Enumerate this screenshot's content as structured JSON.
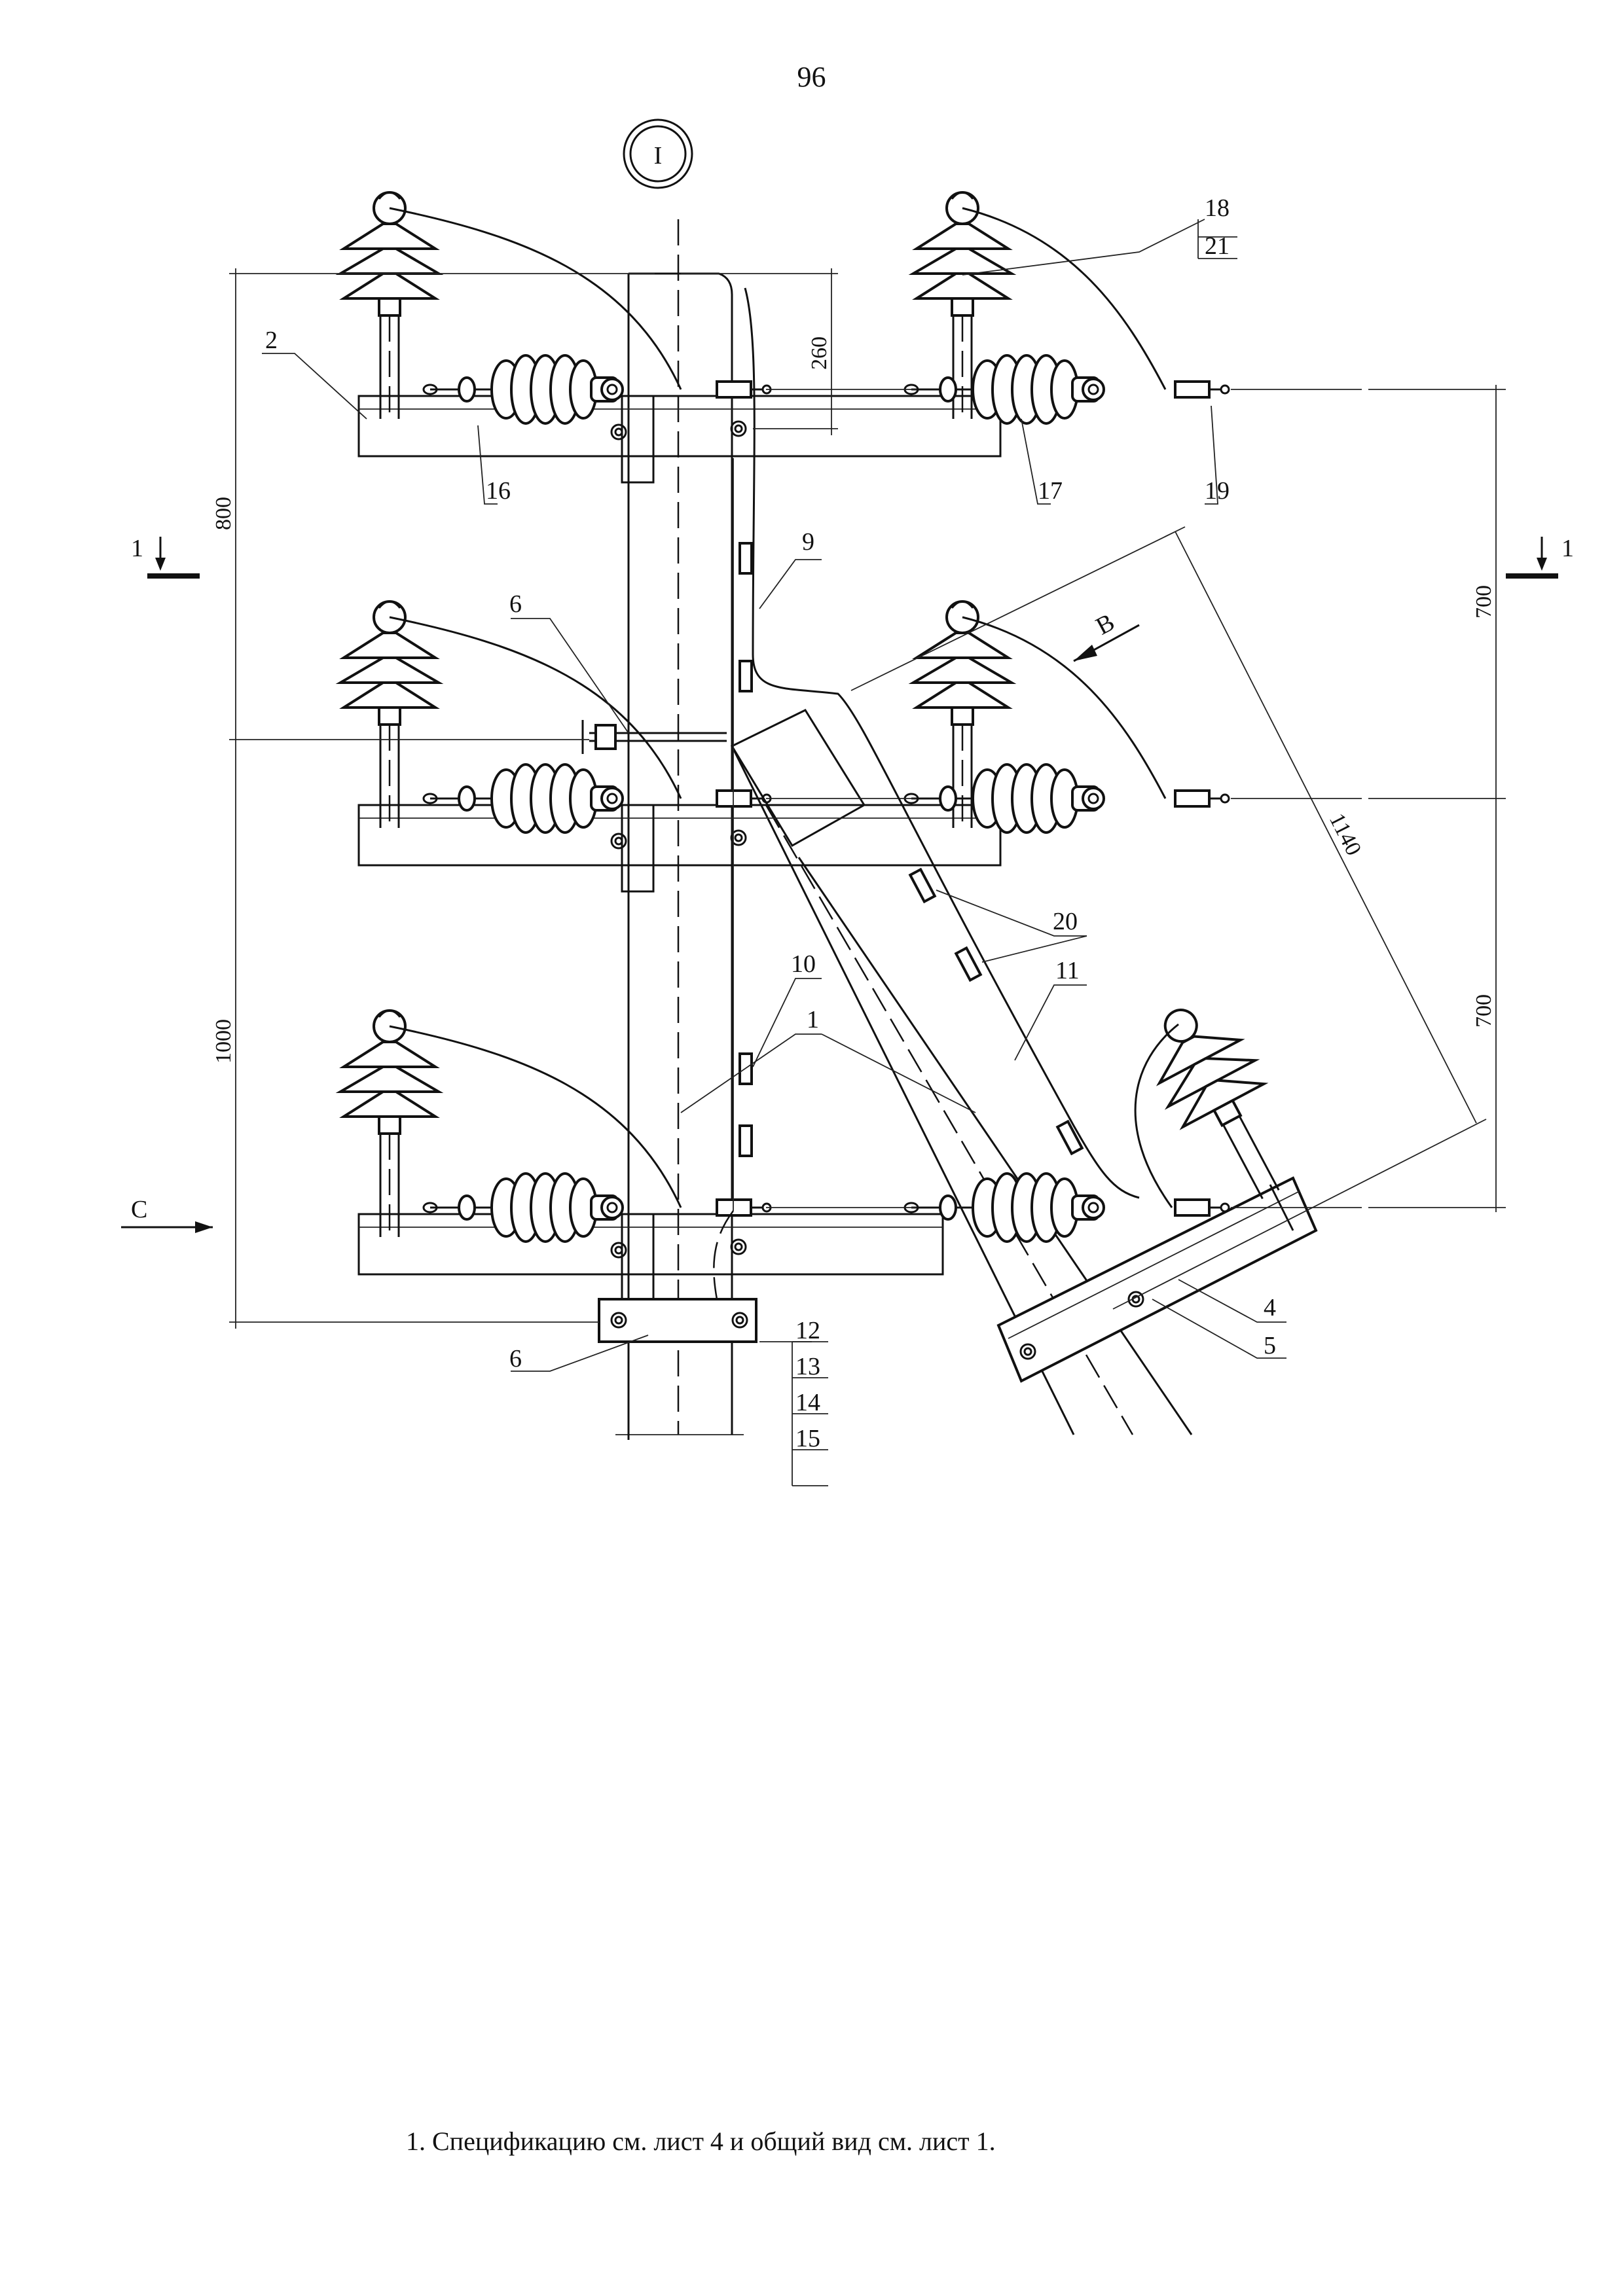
{
  "page": {
    "number": "96",
    "note": "1. Спецификацию см. лист 4 и общий вид см. лист 1."
  },
  "drawing": {
    "view_marker": "I",
    "section_mark": "1",
    "view_arrows": {
      "b": "B",
      "c": "C"
    },
    "dimensions": {
      "d260": "260",
      "d800": "800",
      "d1000": "1000",
      "d700_top": "700",
      "d700_bottom": "700",
      "d1140": "1140"
    },
    "callouts": {
      "c1": "1",
      "c2": "2",
      "c4": "4",
      "c5": "5",
      "c6_upper": "6",
      "c6_lower": "6",
      "c9": "9",
      "c10": "10",
      "c11": "11",
      "c12": "12",
      "c13": "13",
      "c14": "14",
      "c15": "15",
      "c16": "16",
      "c17": "17",
      "c18": "18",
      "c19": "19",
      "c20": "20",
      "c21": "21"
    }
  }
}
